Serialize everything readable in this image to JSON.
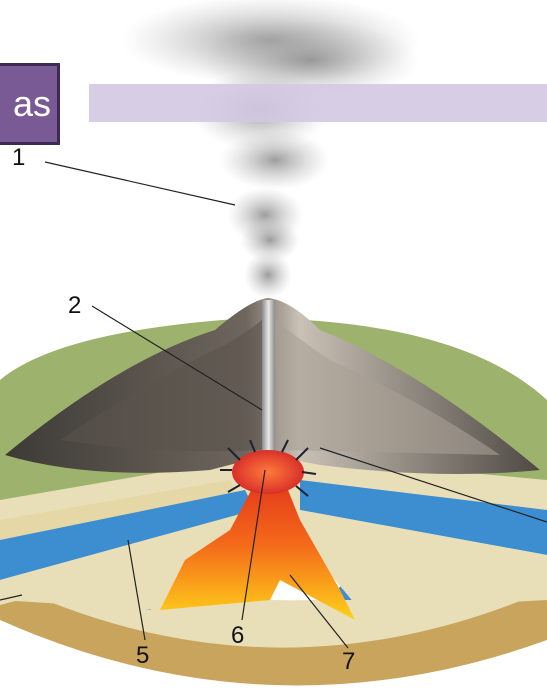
{
  "heading": {
    "text": "as"
  },
  "labels": [
    "1",
    "2",
    "5",
    "6",
    "7"
  ],
  "colors": {
    "title_box": "#7a5a95",
    "title_bar": "#d3c9e2",
    "magma": "#f05a1a",
    "water_layer": "#3d8ed1",
    "sand_layer": "#e8dfb8",
    "grass_rim": "#9db26d",
    "ash_plume": "#9a9a9a"
  }
}
